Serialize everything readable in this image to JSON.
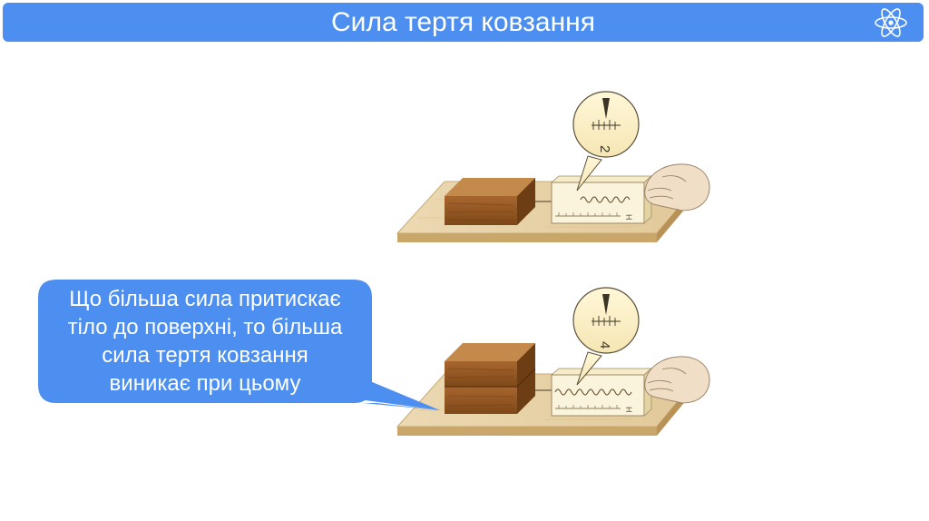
{
  "header": {
    "title": "Сила тертя ковзання",
    "icon": "atom-icon",
    "color": "#4d8ff0"
  },
  "experiments": [
    {
      "dial_value": "2",
      "scale_unit": "Н",
      "blocks": 1
    },
    {
      "dial_value": "4",
      "scale_unit": "Н",
      "blocks": 2
    }
  ],
  "callout": {
    "lines": [
      "Що більша сила притискає",
      "тіло до поверхні, то більша",
      "сила тертя ковзання",
      "виникає при цьому"
    ],
    "color": "#4d8ff0"
  }
}
